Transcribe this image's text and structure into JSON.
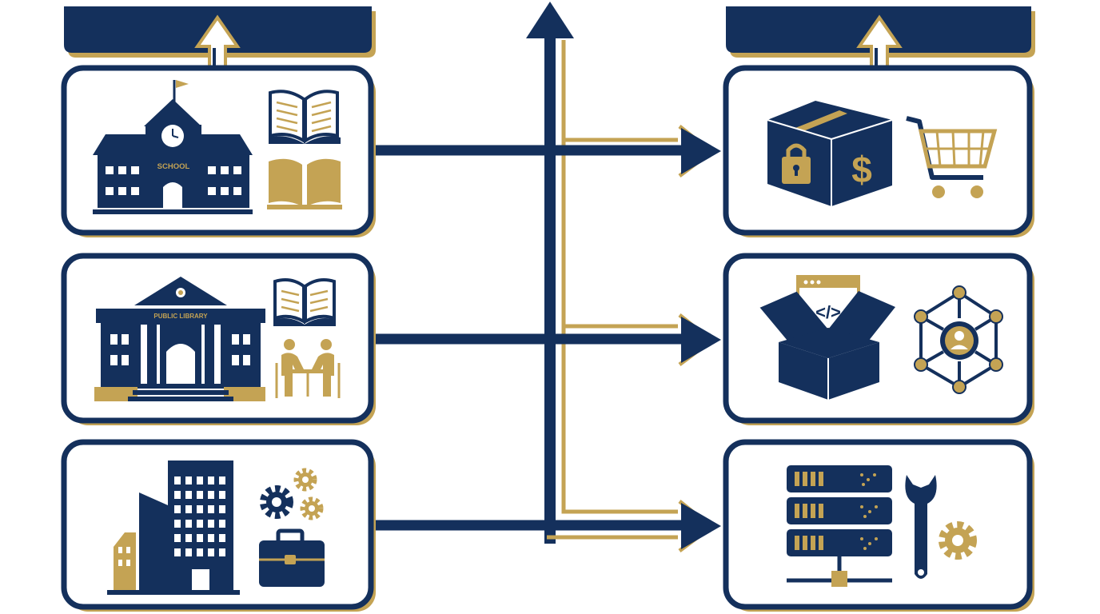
{
  "colors": {
    "navy": "#14305c",
    "gold": "#c4a354",
    "background": "#ffffff"
  },
  "left_column": [
    {
      "id": "school",
      "icons": [
        "school-building-icon",
        "open-book-icon",
        "open-book-solid-icon"
      ],
      "building_label": "SCHOOL"
    },
    {
      "id": "library",
      "icons": [
        "library-building-icon",
        "open-book-icon",
        "reading-people-icon"
      ],
      "building_label": "PUBLIC LIBRARY"
    },
    {
      "id": "business",
      "icons": [
        "office-buildings-icon",
        "gears-icon",
        "briefcase-icon"
      ]
    }
  ],
  "right_column": [
    {
      "id": "commerce",
      "icons": [
        "secure-package-dollar-icon",
        "shopping-cart-icon"
      ]
    },
    {
      "id": "software",
      "icons": [
        "open-box-code-icon",
        "user-network-icon"
      ]
    },
    {
      "id": "infrastructure",
      "icons": [
        "server-rack-icon",
        "wrench-gear-icon"
      ]
    }
  ]
}
